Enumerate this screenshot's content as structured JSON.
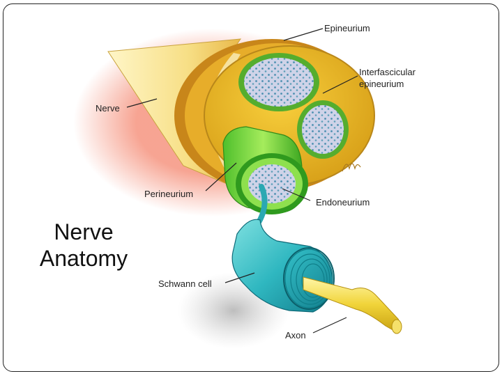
{
  "slide": {
    "title_line1": "Nerve",
    "title_line2": "Anatomy"
  },
  "diagram": {
    "labels": {
      "epineurium": "Epineurium",
      "interfascicular_line1": "Interfascicular",
      "interfascicular_line2": "epineurium",
      "nerve": "Nerve",
      "perineurium": "Perineurium",
      "endoneurium": "Endoneurium",
      "schwann_cell": "Schwann cell",
      "axon": "Axon"
    }
  }
}
